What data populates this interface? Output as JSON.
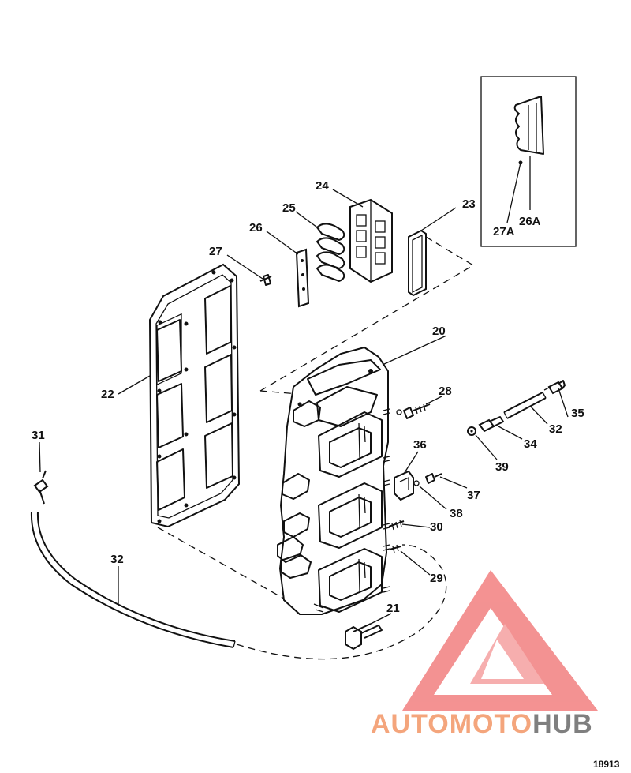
{
  "diagram": {
    "figure_number": "18913",
    "callouts": {
      "c20": "20",
      "c21": "21",
      "c22": "22",
      "c23": "23",
      "c24": "24",
      "c25": "25",
      "c26": "26",
      "c27": "27",
      "c28": "28",
      "c29": "29",
      "c30": "30",
      "c31": "31",
      "c32a": "32",
      "c32b": "32",
      "c34": "34",
      "c35": "35",
      "c36": "36",
      "c37": "37",
      "c38": "38",
      "c39": "39",
      "c26a": "26A",
      "c27a": "27A"
    }
  },
  "watermark": {
    "part1": "AUTOMOTO",
    "part2": "HUB",
    "color_primary": "#f4a57c",
    "color_secondary": "#7f7f7f",
    "triangle_color": "#f27f7f"
  }
}
